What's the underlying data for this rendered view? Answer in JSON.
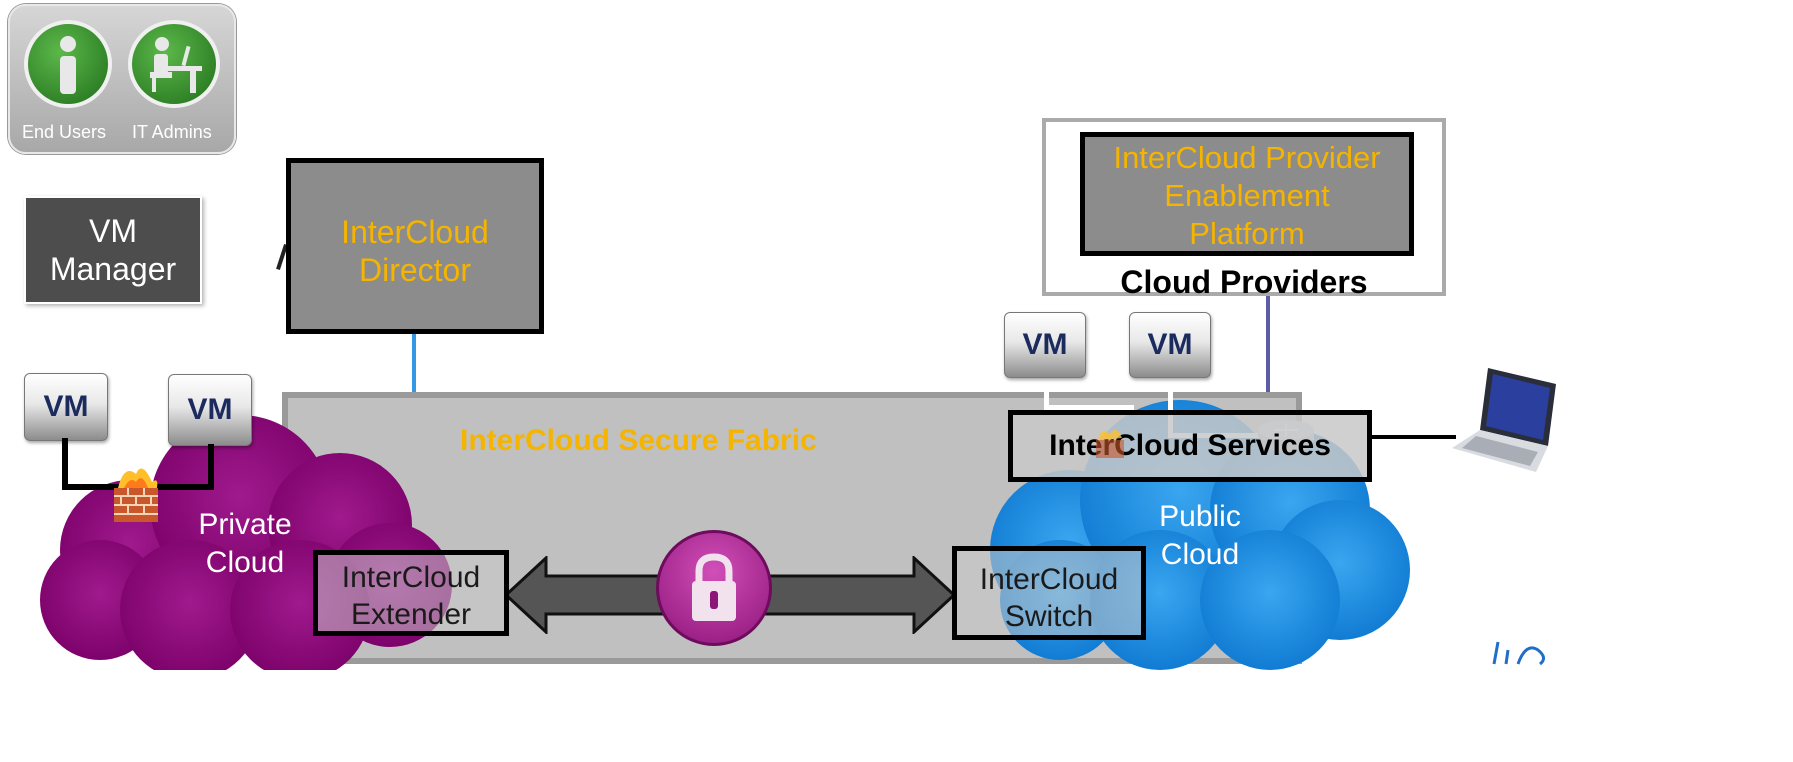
{
  "users_panel": {
    "end_users_label": "End Users",
    "it_admins_label": "IT Admins"
  },
  "vm_manager": {
    "label": "VM\nManager"
  },
  "intercloud_director": {
    "label": "InterCloud\nDirector"
  },
  "cloud_providers": {
    "title": "Cloud Providers",
    "provider_platform_label": "InterCloud Provider\nEnablement\nPlatform"
  },
  "fabric": {
    "label": "InterCloud Secure Fabric"
  },
  "private_cloud": {
    "label": "Private\nCloud",
    "vm_labels": [
      "VM",
      "VM"
    ]
  },
  "public_cloud": {
    "label": "Public\nCloud",
    "vm_labels": [
      "VM",
      "VM"
    ]
  },
  "intercloud_services": {
    "label": "InterCloud Services"
  },
  "intercloud_extender": {
    "label": "InterCloud\nExtender"
  },
  "intercloud_switch": {
    "label": "InterCloud\nSwitch"
  },
  "colors": {
    "accent_orange": "#f5b400",
    "private_cloud": "#8b0a7a",
    "public_cloud": "#1a90e0",
    "fabric_gray": "#c0c0c0",
    "connector_blue": "#3399e6"
  },
  "icons": [
    "person-icon",
    "admin-desk-icon",
    "firewall-icon",
    "lock-icon",
    "router-icon",
    "laptop-icon"
  ]
}
